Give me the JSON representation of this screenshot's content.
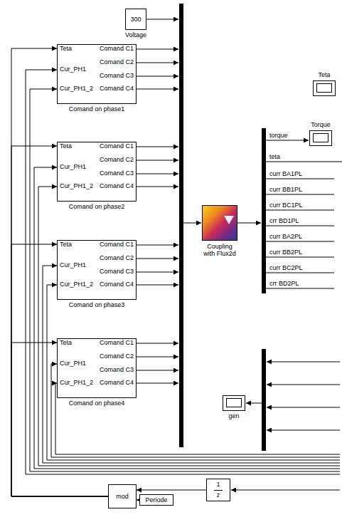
{
  "diagram": {
    "nodes": [
      {
        "text": [
          "300",
          "Voltage"
        ]
      },
      {
        "text": [
          "Teta",
          "Cur_PH1",
          "Cur_PH1_2",
          "Comand C1",
          "Comand C2",
          "Comand C3",
          "Comand C4",
          "Comand on phase1"
        ]
      },
      {
        "text": [
          "Teta"
        ]
      },
      {
        "text": [
          "Torque"
        ]
      },
      {
        "text": [
          "Teta",
          "Cur_PH1",
          "Cur_PH1_2",
          "Comand C1",
          "Comand C2",
          "Comand C3",
          "Comand C4",
          "Comand on phase2"
        ]
      },
      {
        "text": [
          "Coupling with Flux2d"
        ]
      },
      {
        "text": [
          "Teta",
          "Cur_PH1",
          "Cur_PH1_2",
          "Comand C1",
          "Comand C2",
          "Comand C3",
          "Comand C4",
          "Comand on phase3"
        ]
      },
      {
        "text": [
          "Teta",
          "Cur_PH1",
          "Cur_PH1_2",
          "Comand C1",
          "Comand C2",
          "Comand C3",
          "Comand C4",
          "Comand on phase4"
        ]
      },
      {
        "text": [
          "gen"
        ]
      },
      {
        "text": [
          "1",
          "z"
        ]
      },
      {
        "text": [
          "mod"
        ]
      },
      {
        "text": [
          "Periode"
        ]
      }
    ],
    "edges": [
      {
        "from": 11,
        "to": 10,
        "arrow": "to"
      },
      {
        "from": 9,
        "to": 10,
        "arrow": "to"
      },
      {
        "from": 10,
        "to": 1,
        "arrow": "to"
      },
      {
        "from": 10,
        "to": 4,
        "arrow": "to"
      },
      {
        "from": 10,
        "to": 6,
        "arrow": "to"
      },
      {
        "from": 10,
        "to": 7,
        "arrow": "to"
      }
    ],
    "labels": [
      "torque",
      "teta",
      "curr BA1PL",
      "curr BB1PL",
      "curr BC1PL",
      "crr BD1PL",
      "curr BA2PL",
      "curr BB2PL",
      "curr BC2PL",
      "crr BD2PL"
    ]
  }
}
